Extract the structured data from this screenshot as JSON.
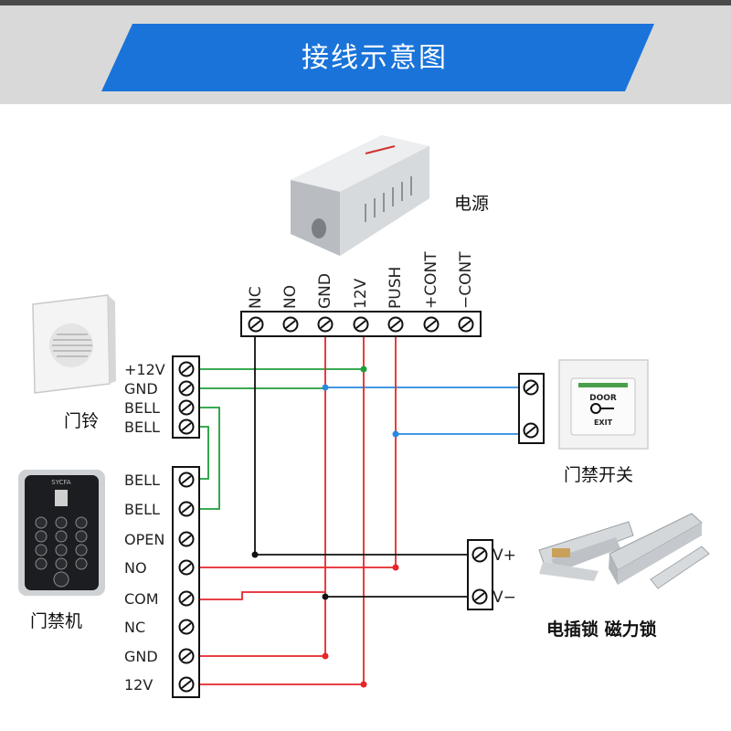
{
  "header": {
    "title": "接线示意图"
  },
  "power_supply": {
    "label": "电源",
    "terminals": [
      "NC",
      "NO",
      "GND",
      "12V",
      "PUSH",
      "+CONT",
      "−CONT"
    ]
  },
  "bell": {
    "label": "门铃",
    "terminals": [
      "+12V",
      "GND",
      "BELL",
      "BELL"
    ]
  },
  "keypad": {
    "label": "门禁机",
    "brand": "SYCFA",
    "terminals": [
      "BELL",
      "BELL",
      "OPEN",
      "NO",
      "COM",
      "NC",
      "GND",
      "12V"
    ]
  },
  "exit_button": {
    "label": "门禁开关",
    "door_text": "DOOR",
    "exit_text": "EXIT"
  },
  "lock": {
    "terminals": [
      "V+",
      "V−"
    ],
    "label": "电插锁 磁力锁"
  },
  "colors": {
    "banner": "#1a73d9",
    "red_wire": "#e8262a",
    "green_wire": "#1f9e3a",
    "blue_wire": "#2a8ae0",
    "black_wire": "#111111"
  }
}
